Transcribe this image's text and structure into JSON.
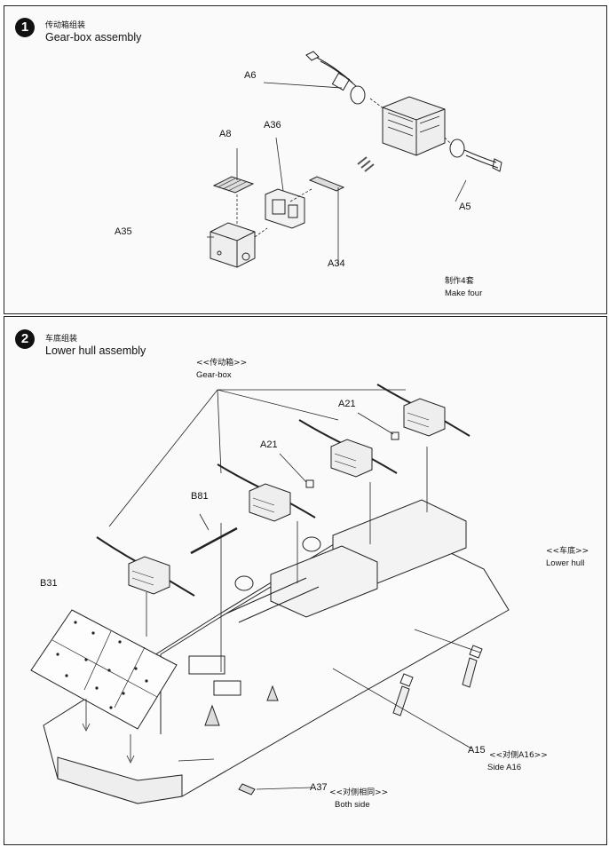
{
  "step1": {
    "number": "1",
    "title_cn": "传动箱组装",
    "title_en": "Gear-box assembly",
    "parts": {
      "a6": "A6",
      "a8": "A8",
      "a36": "A36",
      "a35": "A35",
      "a34": "A34",
      "a5": "A5"
    },
    "note_cn": "制作4套",
    "note_en": "Make four"
  },
  "step2": {
    "number": "2",
    "title_cn": "车底组装",
    "title_en": "Lower hull assembly",
    "gearbox_cn": "<<传动箱>>",
    "gearbox_en": "Gear-box",
    "parts": {
      "a21_top": "A21",
      "a21_mid": "A21",
      "b81": "B81",
      "b31": "B31",
      "a15": "A15",
      "a37": "A37"
    },
    "lower_hull_cn": "<<车底>>",
    "lower_hull_en": "Lower hull",
    "a15_suffix_cn": "<<对侧A16>>",
    "side_a16": "Side A16",
    "a37_suffix_cn": "<<对侧相同>>",
    "both_side": "Both side"
  }
}
